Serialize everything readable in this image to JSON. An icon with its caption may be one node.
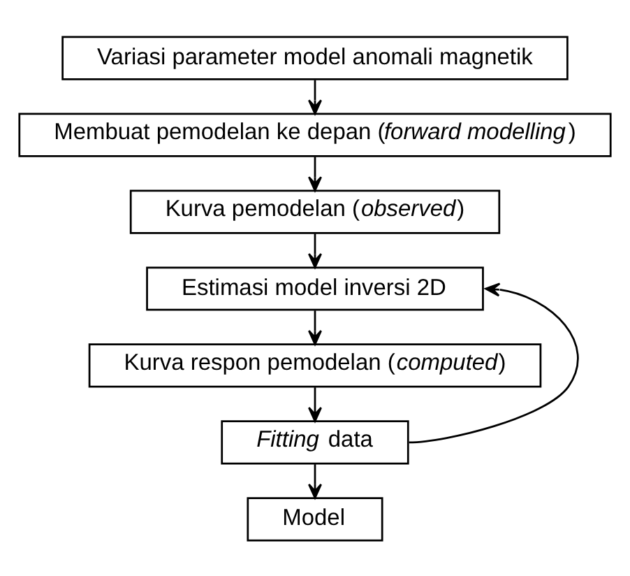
{
  "diagram": {
    "nodes": [
      {
        "text": [
          "Variasi parameter model anomali magnetik"
        ]
      },
      {
        "text": [
          "Membuat pemodelan ke depan (*forward modelling*)"
        ]
      },
      {
        "text": [
          "Kurva pemodelan (*observed*)"
        ]
      },
      {
        "text": [
          "Estimasi model inversi 2D"
        ]
      },
      {
        "text": [
          "Kurva respon pemodelan (*computed*)"
        ]
      },
      {
        "text": [
          "*Fitting* data"
        ]
      },
      {
        "text": [
          "Model"
        ]
      }
    ],
    "edges": [
      {
        "from": 0,
        "to": 1,
        "arrow": "to"
      },
      {
        "from": 1,
        "to": 2,
        "arrow": "to"
      },
      {
        "from": 2,
        "to": 3,
        "arrow": "to"
      },
      {
        "from": 3,
        "to": 4,
        "arrow": "to"
      },
      {
        "from": 4,
        "to": 5,
        "arrow": "to"
      },
      {
        "from": 5,
        "to": 6,
        "arrow": "to"
      },
      {
        "from": 5,
        "to": 3,
        "arrow": "to"
      }
    ]
  }
}
